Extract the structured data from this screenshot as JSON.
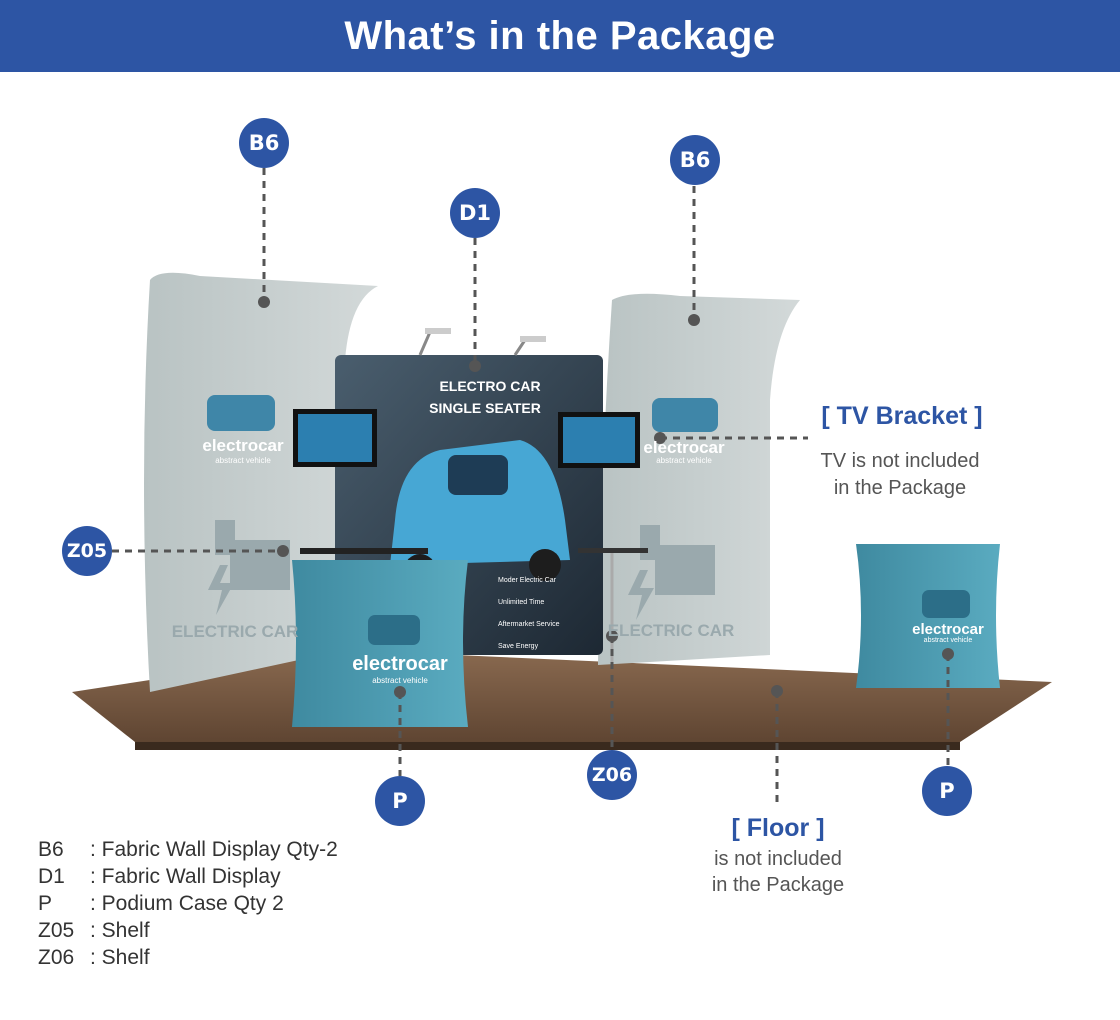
{
  "header": {
    "title": "What’s in the Package"
  },
  "badges": {
    "b6_left": "B6",
    "b6_right": "B6",
    "d1": "D1",
    "z05": "Z05",
    "z06": "Z06",
    "p_left": "P",
    "p_right": "P"
  },
  "graphics": {
    "brand_name": "electrocar",
    "brand_sub": "abstract vehicle",
    "wall_caption": "ELECTRIC CAR",
    "banner_title_1": "ELECTRO CAR",
    "banner_title_2": "SINGLE SEATER",
    "features": [
      "Moder Electric Car",
      "Unlimited Time",
      "Aftermarket Service",
      "Save Energy"
    ]
  },
  "tv_note": {
    "title": "[ TV Bracket ]",
    "line1": "TV is not included",
    "line2": "in the Package"
  },
  "floor_note": {
    "title": "[ Floor ]",
    "line1": "is not included",
    "line2": "in the Package"
  },
  "legend": [
    {
      "code": "B6",
      "desc": ": Fabric Wall Display Qty-2"
    },
    {
      "code": "D1",
      "desc": " : Fabric Wall Display"
    },
    {
      "code": "P",
      "desc": " : Podium Case Qty 2"
    },
    {
      "code": "Z05",
      "desc": " : Shelf"
    },
    {
      "code": "Z06",
      "desc": " : Shelf"
    }
  ],
  "colors": {
    "brand_blue": "#2d55a4",
    "wall_grey": "#c7cfcf",
    "podium_teal": "#4d9bb0",
    "floor_wood": "#7a5b45"
  }
}
